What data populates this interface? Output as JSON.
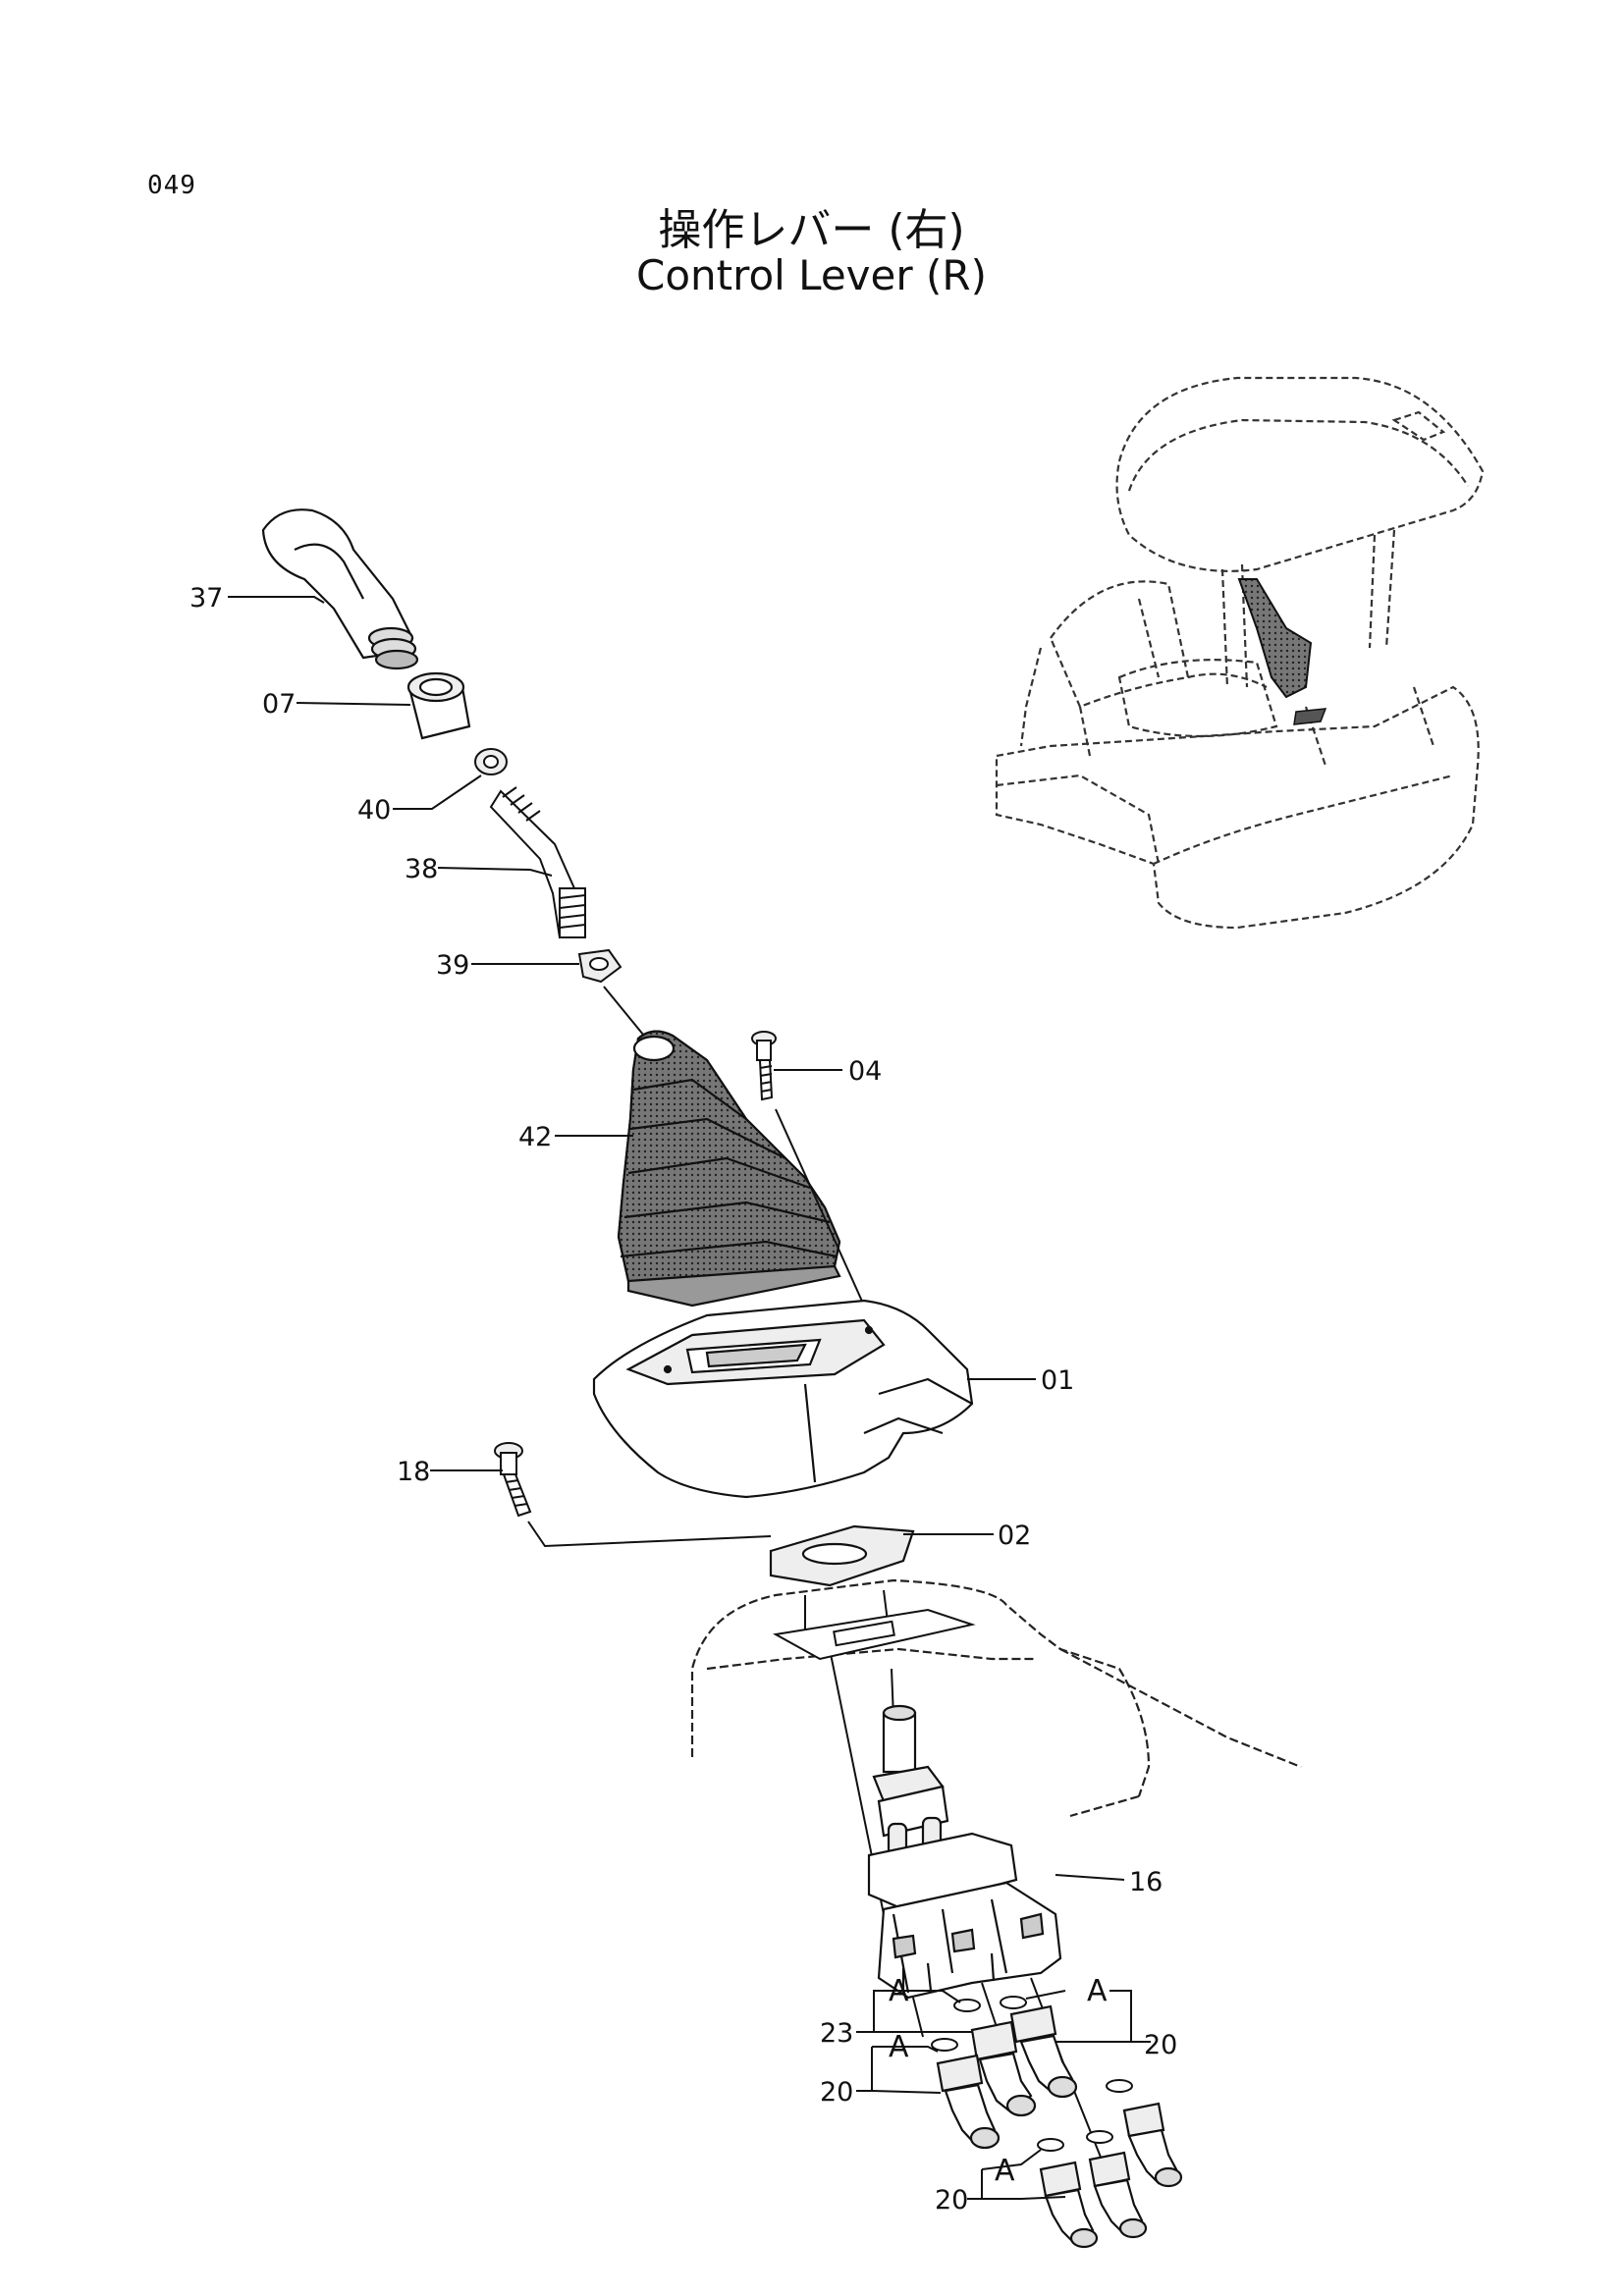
{
  "page_number": "049",
  "title_jp": "操作レバー (右)",
  "title_en": "Control Lever (R)",
  "callouts": {
    "p37": "37",
    "p07": "07",
    "p40": "40",
    "p38": "38",
    "p39": "39",
    "p04": "04",
    "p42": "42",
    "p01": "01",
    "p18": "18",
    "p02": "02",
    "p16": "16",
    "p23": "23",
    "p20a": "20",
    "p20b": "20",
    "p20c": "20"
  },
  "section_marks": {
    "a1": "A",
    "a2": "A",
    "a3": "A",
    "a4": "A"
  }
}
